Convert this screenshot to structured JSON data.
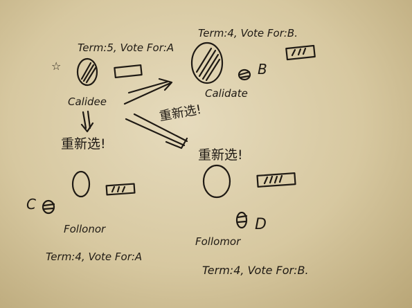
{
  "top_left": {
    "term_label": "Term:5, Vote For:A",
    "star": "☆",
    "role_label": "Calidee"
  },
  "top_right": {
    "term_label": "Term:4, Vote For:B.",
    "node_letter": "B",
    "role_label": "Calidate"
  },
  "bottom_left": {
    "node_letter": "C",
    "role_label": "Follonor",
    "term_label": "Term:4, Vote For:A"
  },
  "bottom_right": {
    "node_letter": "D",
    "role_label": "Follomor",
    "term_label": "Term:4, Vote For:B."
  },
  "arrows": {
    "reelect_label_left": "重新选!",
    "reelect_label_middle": "重新选!",
    "reelect_label_right": "重新选!"
  }
}
